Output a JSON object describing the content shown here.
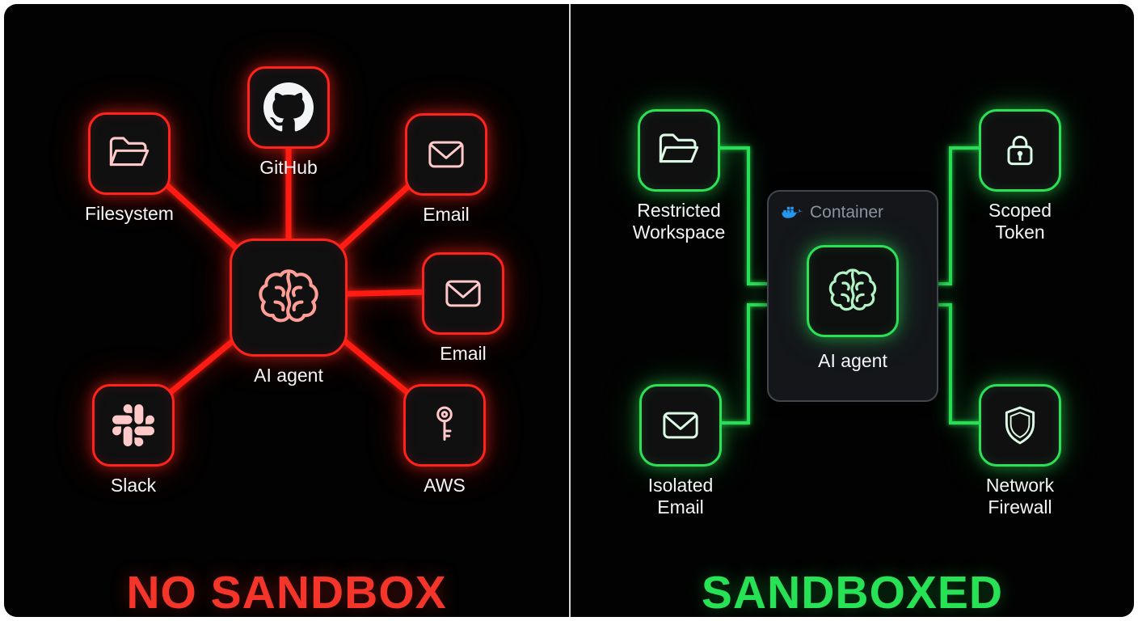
{
  "left": {
    "title": "NO SANDBOX",
    "accent_color": "#ff241b",
    "title_color": "#f5352a",
    "center": {
      "label": "AI agent",
      "icon": "brain-icon"
    },
    "nodes": [
      {
        "label": "Filesystem",
        "icon": "folder-icon"
      },
      {
        "label": "GitHub",
        "icon": "github-icon"
      },
      {
        "label": "Email",
        "icon": "envelope-icon"
      },
      {
        "label": "Email",
        "icon": "envelope-icon"
      },
      {
        "label": "AWS",
        "icon": "key-icon"
      },
      {
        "label": "Slack",
        "icon": "slack-icon"
      }
    ]
  },
  "right": {
    "title": "SANDBOXED",
    "accent_color": "#2be257",
    "title_color": "#27e254",
    "container": {
      "label": "Container",
      "icon": "docker-icon",
      "docker_blue": "#2496ed",
      "agent": {
        "label": "AI agent",
        "icon": "brain-icon"
      }
    },
    "nodes": [
      {
        "label": "Restricted Workspace",
        "icon": "folder-icon"
      },
      {
        "label": "Scoped Token",
        "icon": "lock-icon"
      },
      {
        "label": "Isolated Email",
        "icon": "envelope-icon"
      },
      {
        "label": "Network Firewall",
        "icon": "shield-icon"
      }
    ]
  }
}
